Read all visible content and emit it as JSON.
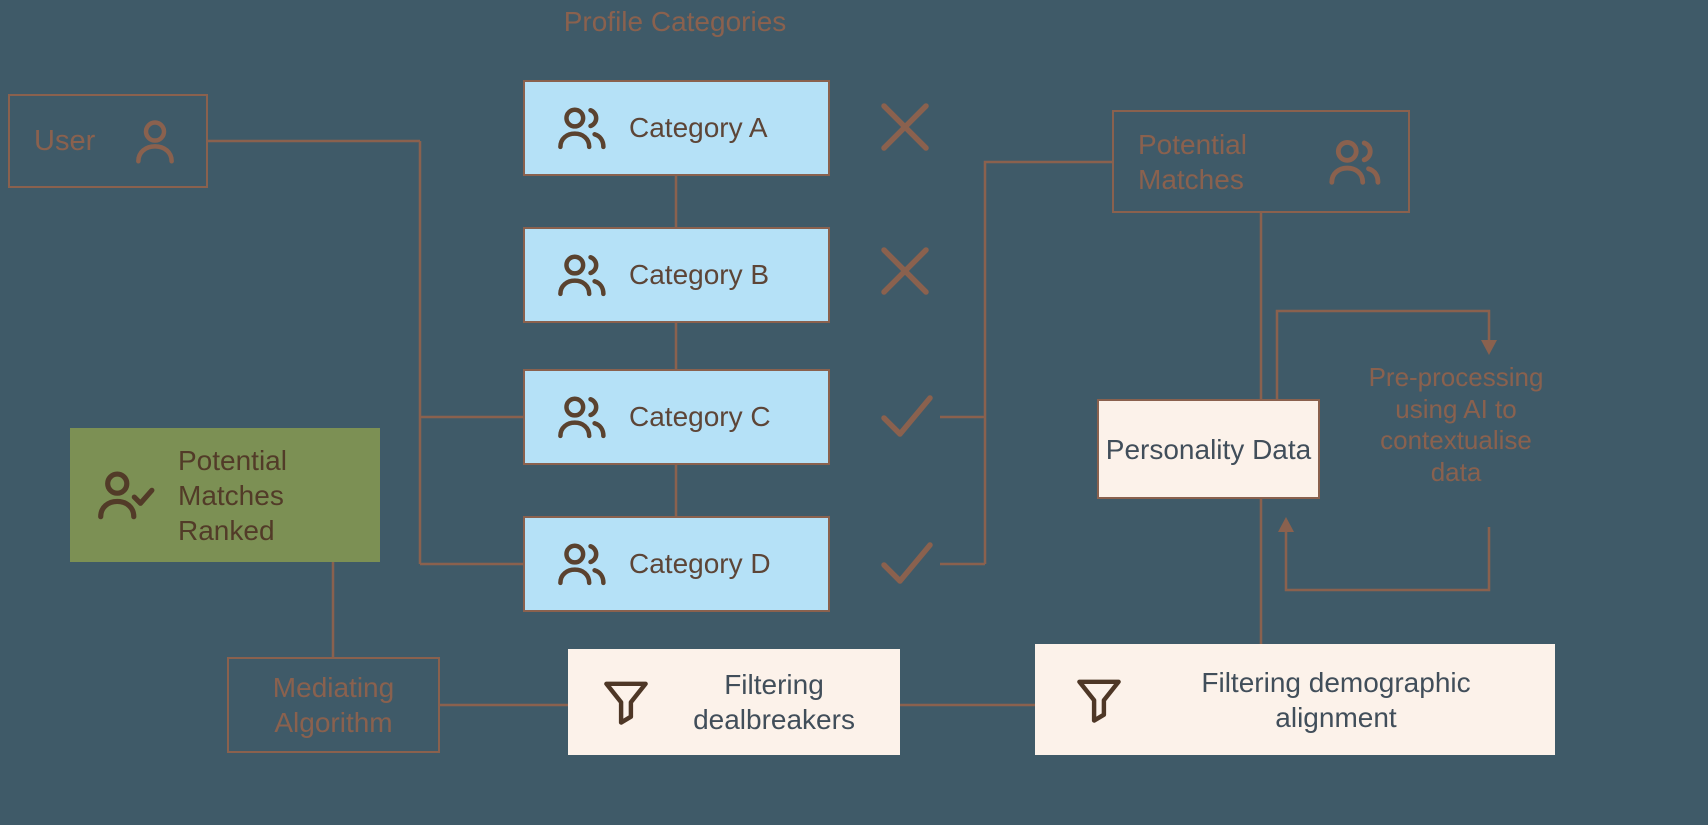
{
  "title": {
    "text": "Profile Categories"
  },
  "colors": {
    "background": "#3F5A68",
    "accent_brown": "#8A614E",
    "category_blue": "#B5E1F7",
    "cream": "#FCF2EA",
    "olive_green": "#7C9054",
    "dark_brown_icon": "#553E2B",
    "dark_text": "#414E5A"
  },
  "nodes": {
    "user": {
      "label": "User"
    },
    "potential_matches": {
      "label": "Potential Matches"
    },
    "personality_data": {
      "label": "Personality Data"
    },
    "preprocessing": {
      "label": "Pre-processing using AI to contextualise data"
    },
    "potential_matches_ranked": {
      "label": "Potential Matches Ranked"
    },
    "mediating_algorithm": {
      "label": "Mediating Algorithm"
    },
    "filtering_dealbreakers": {
      "label": "Filtering dealbreakers"
    },
    "filtering_demographic": {
      "label": "Filtering demographic alignment"
    }
  },
  "categories": [
    {
      "label": "Category A",
      "result": "rejected"
    },
    {
      "label": "Category B",
      "result": "rejected"
    },
    {
      "label": "Category C",
      "result": "accepted"
    },
    {
      "label": "Category D",
      "result": "accepted"
    }
  ]
}
